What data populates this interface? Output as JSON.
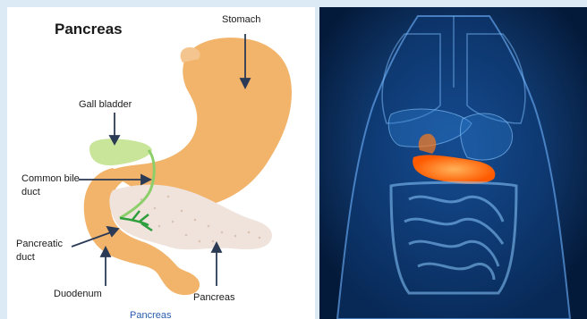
{
  "diagram": {
    "title": "Pancreas",
    "labels": {
      "stomach": "Stomach",
      "gall_bladder": "Gall bladder",
      "common_bile_duct_line1": "Common bile",
      "common_bile_duct_line2": "duct",
      "pancreatic_duct_line1": "Pancreatic",
      "pancreatic_duct_line2": "duct",
      "duodenum": "Duodenum",
      "pancreas": "Pancreas"
    },
    "caption": "Pancreas"
  },
  "colors": {
    "stomach": "#f2b36a",
    "gall_bladder": "#c9e59a",
    "bile_duct": "#8ccf6a",
    "pancreatic_duct": "#2e9e3c",
    "pancreas": "#efe3db",
    "page_background": "#dceaf6",
    "illustration_background": "#041a3a",
    "highlight_organ": "#ff7a1a"
  }
}
